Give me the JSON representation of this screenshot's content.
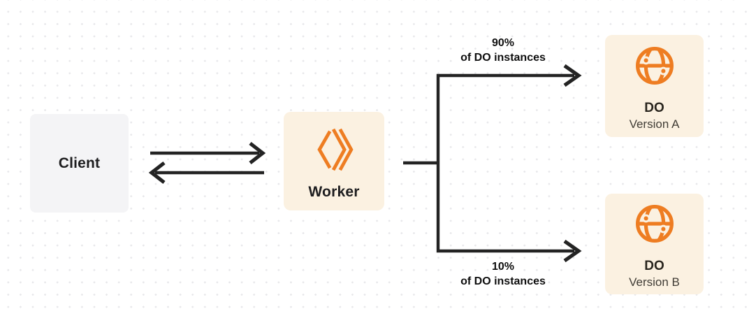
{
  "diagram": {
    "description_type": "worker-to-durable-objects-traffic-split",
    "nodes": {
      "client": {
        "label": "Client"
      },
      "worker": {
        "label": "Worker",
        "icon": "workers-logo-icon"
      },
      "do_a": {
        "title": "DO",
        "subtitle": "Version A",
        "icon": "durable-object-globe-icon"
      },
      "do_b": {
        "title": "DO",
        "subtitle": "Version B",
        "icon": "durable-object-globe-icon"
      }
    },
    "edges": {
      "client_worker": {
        "style": "double-arrow",
        "direction": "bidirectional"
      },
      "top_branch": {
        "percent": "90%",
        "caption": "of DO instances",
        "target": "DO Version A"
      },
      "bottom_branch": {
        "percent": "10%",
        "caption": "of DO instances",
        "target": "DO Version B"
      }
    },
    "colors": {
      "accent_orange": "#ee7d22",
      "cream_box_bg": "#fbf1e1",
      "client_box_bg": "#f4f4f6",
      "arrow_ink": "#232323",
      "dot_grid": "#e7e7ea",
      "canvas_bg": "#ffffff"
    }
  }
}
